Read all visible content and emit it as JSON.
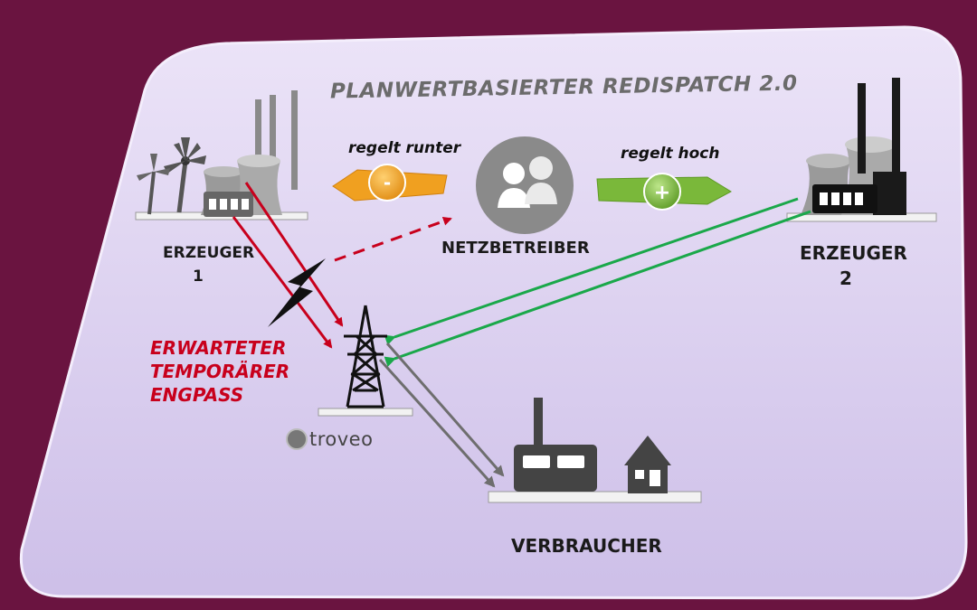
{
  "title": "PLANWERTBASIERTER REDISPATCH 2.0",
  "producer1": {
    "label": "ERZEUGER",
    "number": "1"
  },
  "producer2": {
    "label": "ERZEUGER",
    "number": "2"
  },
  "operator": {
    "label": "NETZBETREIBER"
  },
  "consumer": {
    "label": "VERBRAUCHER"
  },
  "down_action": {
    "caption": "regelt runter",
    "symbol": "-"
  },
  "up_action": {
    "caption": "regelt hoch",
    "symbol": "+"
  },
  "congestion": {
    "lines": [
      "ERWARTETER",
      "TEMPORÄRER",
      "ENGPASS"
    ]
  },
  "logo": {
    "text": "troveo"
  },
  "colors": {
    "background": "#6a1440",
    "card": "#ddd0f0",
    "down": "#f0a020",
    "up": "#7ab83a",
    "warning": "#c8001c",
    "green_flow": "#1aa84a",
    "red_flow": "#c8001c",
    "grey_flow": "#777777"
  },
  "icons": [
    "wind-turbine-icon",
    "power-plant-icon",
    "users-icon",
    "pylon-icon",
    "lightning-icon",
    "factory-icon",
    "house-icon"
  ]
}
